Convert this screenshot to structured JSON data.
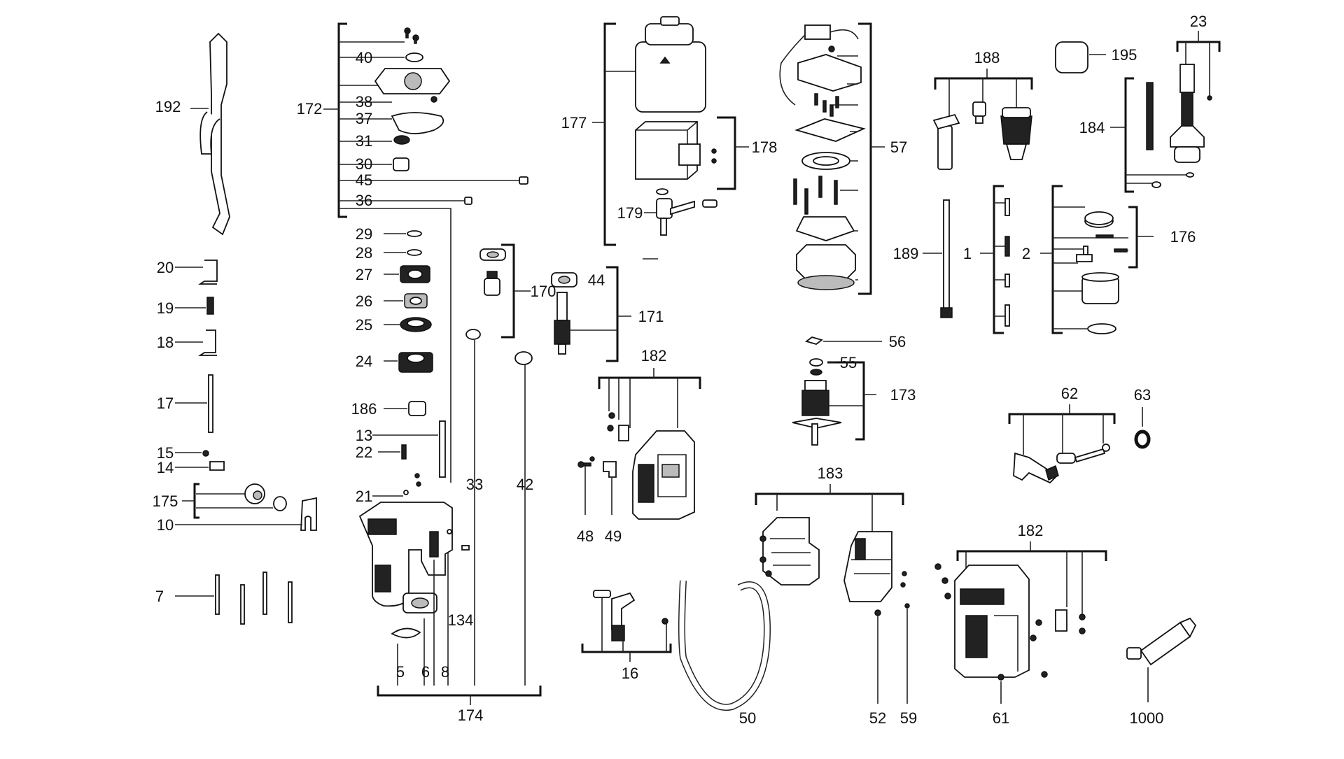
{
  "diagram": {
    "part_numbers": {
      "p192": "192",
      "p20": "20",
      "p19": "19",
      "p18": "18",
      "p17": "17",
      "p15": "15",
      "p14": "14",
      "p175": "175",
      "p10": "10",
      "p7": "7",
      "p172": "172",
      "p40": "40",
      "p38": "38",
      "p37": "37",
      "p31": "31",
      "p30": "30",
      "p45": "45",
      "p36": "36",
      "p29": "29",
      "p28": "28",
      "p27": "27",
      "p26": "26",
      "p25": "25",
      "p24": "24",
      "p186": "186",
      "p13": "13",
      "p22": "22",
      "p21": "21",
      "p33": "33",
      "p42": "42",
      "p134": "134",
      "p5": "5",
      "p6": "6",
      "p8": "8",
      "p174": "174",
      "p170": "170",
      "p44": "44",
      "p171": "171",
      "p177": "177",
      "p178": "178",
      "p179": "179",
      "p57": "57",
      "p188": "188",
      "p195": "195",
      "p23": "23",
      "p184": "184",
      "p189": "189",
      "p1": "1",
      "p2": "2",
      "p176": "176",
      "p56": "56",
      "p55": "55",
      "p173": "173",
      "p182a": "182",
      "p48": "48",
      "p49": "49",
      "p183": "183",
      "p62": "62",
      "p63": "63",
      "p182b": "182",
      "p16": "16",
      "p50": "50",
      "p52": "52",
      "p59": "59",
      "p61": "61",
      "p1000": "1000"
    }
  }
}
